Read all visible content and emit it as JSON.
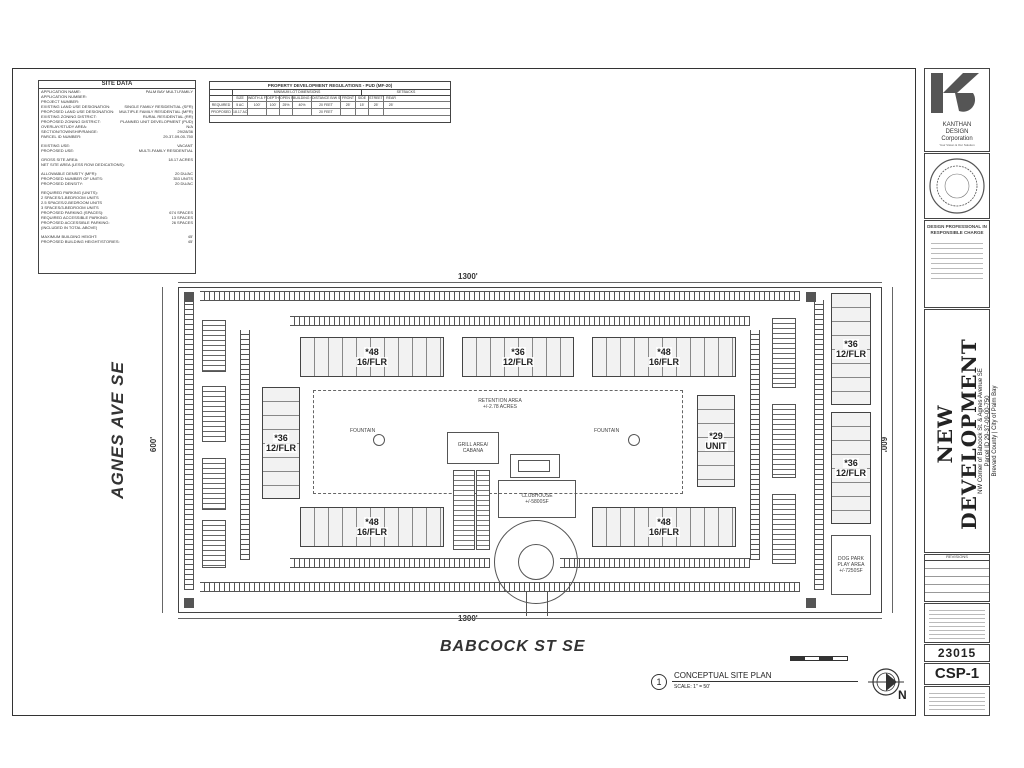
{
  "site_data": {
    "title": "SITE DATA",
    "rows": [
      {
        "label": "APPLICATION NAME:",
        "value": "PALM BAY MULTI-FAMILY"
      },
      {
        "label": "APPLICATION NUMBER:",
        "value": ""
      },
      {
        "label": "PROJECT NUMBER:",
        "value": ""
      },
      {
        "label": "EXISTING LAND USE DESIGNATION:",
        "value": "SINGLE FAMILY RESIDENTIAL (SFR)"
      },
      {
        "label": "PROPOSED LAND USE DESIGNATION:",
        "value": "MULTIPLE FAMILY RESIDENTIAL (MFR)"
      },
      {
        "label": "EXISTING ZONING DISTRICT:",
        "value": "RURAL RESIDENTIAL (RR)"
      },
      {
        "label": "PROPOSED ZONING DISTRICT:",
        "value": "PLANNED UNIT DEVELOPMENT (PUD)"
      },
      {
        "label": "OVERLAY/STUDY AREA:",
        "value": "N/A"
      },
      {
        "label": "SECTION/TOWNSHIP/RANGE:",
        "value": "29/28/36"
      },
      {
        "label": "PARCEL ID NUMBER:",
        "value": "29-37-09-00-750"
      }
    ],
    "rows2": [
      {
        "label": "EXISTING USE:",
        "value": "VACANT"
      },
      {
        "label": "PROPOSED USE:",
        "value": "MULTI-FAMILY RESIDENTIAL"
      }
    ],
    "rows3": [
      {
        "label": "GROSS SITE AREA:",
        "value": "18.17 ACRES"
      },
      {
        "label": "NET SITE AREA (LESS ROW DEDICATIONS):",
        "value": ""
      }
    ],
    "rows4": [
      {
        "label": "ALLOWABLE DENSITY (MFR):",
        "value": "20 DU/AC"
      },
      {
        "label": "PROPOSED NUMBER OF UNITS:",
        "value": "353 UNITS"
      },
      {
        "label": "PROPOSED DENSITY:",
        "value": "20 DU/AC"
      }
    ],
    "rows5": [
      {
        "label": "REQUIRED PARKING (UNITS):",
        "value": ""
      },
      {
        "label": "2 SPACES/1-BEDROOM UNITS",
        "value": ""
      },
      {
        "label": "2.5 SPACES/2-BEDROOM UNITS",
        "value": ""
      },
      {
        "label": "3 SPACES/3-BEDROOM UNITS",
        "value": ""
      },
      {
        "label": "PROPOSED PARKING (SPACES):",
        "value": "674 SPACES"
      },
      {
        "label": "REQUIRED ACCESSIBLE PARKING:",
        "value": "13 SPACES"
      },
      {
        "label": "PROPOSED ACCESSIBLE PARKING:",
        "value": "26 SPACES"
      },
      {
        "label": "(INCLUDED IN TOTAL ABOVE)",
        "value": ""
      }
    ],
    "rows6": [
      {
        "label": "MAXIMUM BUILDING HEIGHT:",
        "value": "45'"
      },
      {
        "label": "PROPOSED BUILDING HEIGHT/STORIES:",
        "value": "45'"
      }
    ]
  },
  "regulations": {
    "title": "PROPERTY DEVELOPMENT REGULATIONS - PUD (MF-20)",
    "group_min_lot": "MINIMUM LOT DIMENSIONS",
    "group_setbacks": "SETBACKS",
    "headers": [
      "",
      "SIZE",
      "WIDTH & FRONTAGE",
      "DEPTH",
      "OPEN SPACE",
      "BUILDING COVERAGE",
      "DISTANCE B/W STRUCTURES",
      "FRONT",
      "SIDE",
      "STREET",
      "REAR"
    ],
    "rows": [
      [
        "REQUIRED",
        "5 AC",
        "100'",
        "100'",
        "25%",
        "40%",
        "20 FEET",
        "25'",
        "15'",
        "25'",
        "25'"
      ],
      [
        "PROPOSED",
        "18.17 AC",
        "",
        "",
        "",
        "",
        "20 FEET",
        "",
        "",
        "",
        ""
      ]
    ]
  },
  "plan": {
    "dim_top": "1300'",
    "dim_bottom": "1300'",
    "dim_left": "600'",
    "dim_right": "600'",
    "street_west": "AGNES AVE SE",
    "street_south": "BABCOCK ST SE",
    "retention": "RETENTION AREA\n+/-2.78 ACRES",
    "grill": "GRILL AREA/\nCABANA",
    "clubhouse": "CLUBHOUSE\n+/-5800SF",
    "dog_park": "DOG PARK\nPLAY AREA\n+/-7250SF",
    "fountain": "FOUNTAIN",
    "buildings": [
      {
        "units": "*48",
        "floors": "16/FLR"
      },
      {
        "units": "*36",
        "floors": "12/FLR"
      },
      {
        "units": "*48",
        "floors": "16/FLR"
      },
      {
        "units": "*36",
        "floors": "12/FLR"
      },
      {
        "units": "*36",
        "floors": "12/FLR"
      },
      {
        "units": "*29",
        "floors": "UNIT"
      },
      {
        "units": "*48",
        "floors": "16/FLR"
      },
      {
        "units": "*48",
        "floors": "16/FLR"
      },
      {
        "units": "*36",
        "floors": "12/FLR"
      }
    ]
  },
  "caption": {
    "number": "1",
    "title": "CONCEPTUAL SITE PLAN",
    "scale": "SCALE: 1\" = 50'"
  },
  "north": "N",
  "title_block": {
    "company1": "KANTHAN",
    "company2": "DESIGN",
    "company3": "Corporation",
    "tagline": "Your Vision & Our Solution",
    "responsible": "DESIGN PROFESSIONAL IN RESPONSIBLE CHARGE",
    "project_title": "NEW DEVELOPMENT",
    "address1": "NW Corner of Babcock St. & Agnes Avenue SE",
    "address2": "Parcel ID 29-37-09-00-750",
    "address3": "Brevard County | City of Palm Bay",
    "revisions": "REVISIONS",
    "project_no": "23015",
    "sheet": "CSP-1"
  },
  "colors": {
    "line": "#444444",
    "building_fill": "#f2f2f2",
    "logo": "#555555"
  }
}
